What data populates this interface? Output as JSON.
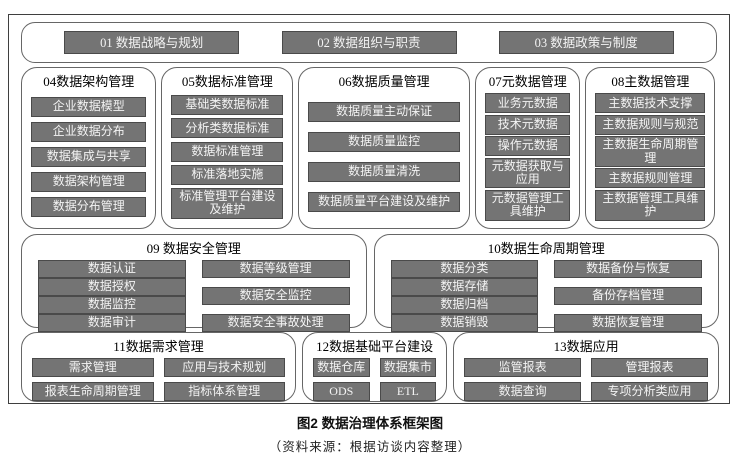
{
  "colors": {
    "box_fill": "#747474",
    "box_border": "#4a4a4a",
    "box_text": "#f4f4f4",
    "frame_border": "#3f3f3f",
    "section_border": "#666666",
    "background": "#ffffff"
  },
  "top_row": {
    "items": [
      {
        "label": "01 数据战略与规划"
      },
      {
        "label": "02 数据组织与职责"
      },
      {
        "label": "03 数据政策与制度"
      }
    ]
  },
  "row2": [
    {
      "title": "04数据架构管理",
      "items": [
        "企业数据模型",
        "企业数据分布",
        "数据集成与共享",
        "数据架构管理",
        "数据分布管理"
      ]
    },
    {
      "title": "05数据标准管理",
      "items": [
        "基础类数据标准",
        "分析类数据标准",
        "数据标准管理",
        "标准落地实施",
        "标准管理平台建设及维护"
      ]
    },
    {
      "title": "06数据质量管理",
      "items": [
        "数据质量主动保证",
        "数据质量监控",
        "数据质量清洗",
        "数据质量平台建设及维护"
      ]
    },
    {
      "title": "07元数据管理",
      "items": [
        "业务元数据",
        "技术元数据",
        "操作元数据",
        "元数据获取与应用",
        "元数据管理工具维护"
      ]
    },
    {
      "title": "08主数据管理",
      "items": [
        "主数据技术支撑",
        "主数据规则与规范",
        "主数据生命周期管理",
        "主数据规则管理",
        "主数据管理工具维护"
      ]
    }
  ],
  "row3": [
    {
      "title": "09 数据安全管理",
      "left": [
        "数据认证",
        "数据授权",
        "数据监控",
        "数据审计"
      ],
      "right": [
        "数据等级管理",
        "数据安全监控",
        "数据安全事故处理"
      ]
    },
    {
      "title": "10数据生命周期管理",
      "left": [
        "数据分类",
        "数据存储",
        "数据归档",
        "数据销毁"
      ],
      "right": [
        "数据备份与恢复",
        "备份存档管理",
        "数据恢复管理"
      ]
    }
  ],
  "row4": [
    {
      "title": "11数据需求管理",
      "items": [
        "需求管理",
        "应用与技术规划",
        "报表生命周期管理",
        "指标体系管理"
      ]
    },
    {
      "title": "12数据基础平台建设",
      "items": [
        "数据仓库",
        "数据集市",
        "ODS",
        "ETL"
      ]
    },
    {
      "title": "13数据应用",
      "items": [
        "监管报表",
        "管理报表",
        "数据查询",
        "专项分析类应用"
      ]
    }
  ],
  "caption": {
    "title": "图2  数据治理体系框架图",
    "source": "（资料来源：根据访谈内容整理）"
  }
}
